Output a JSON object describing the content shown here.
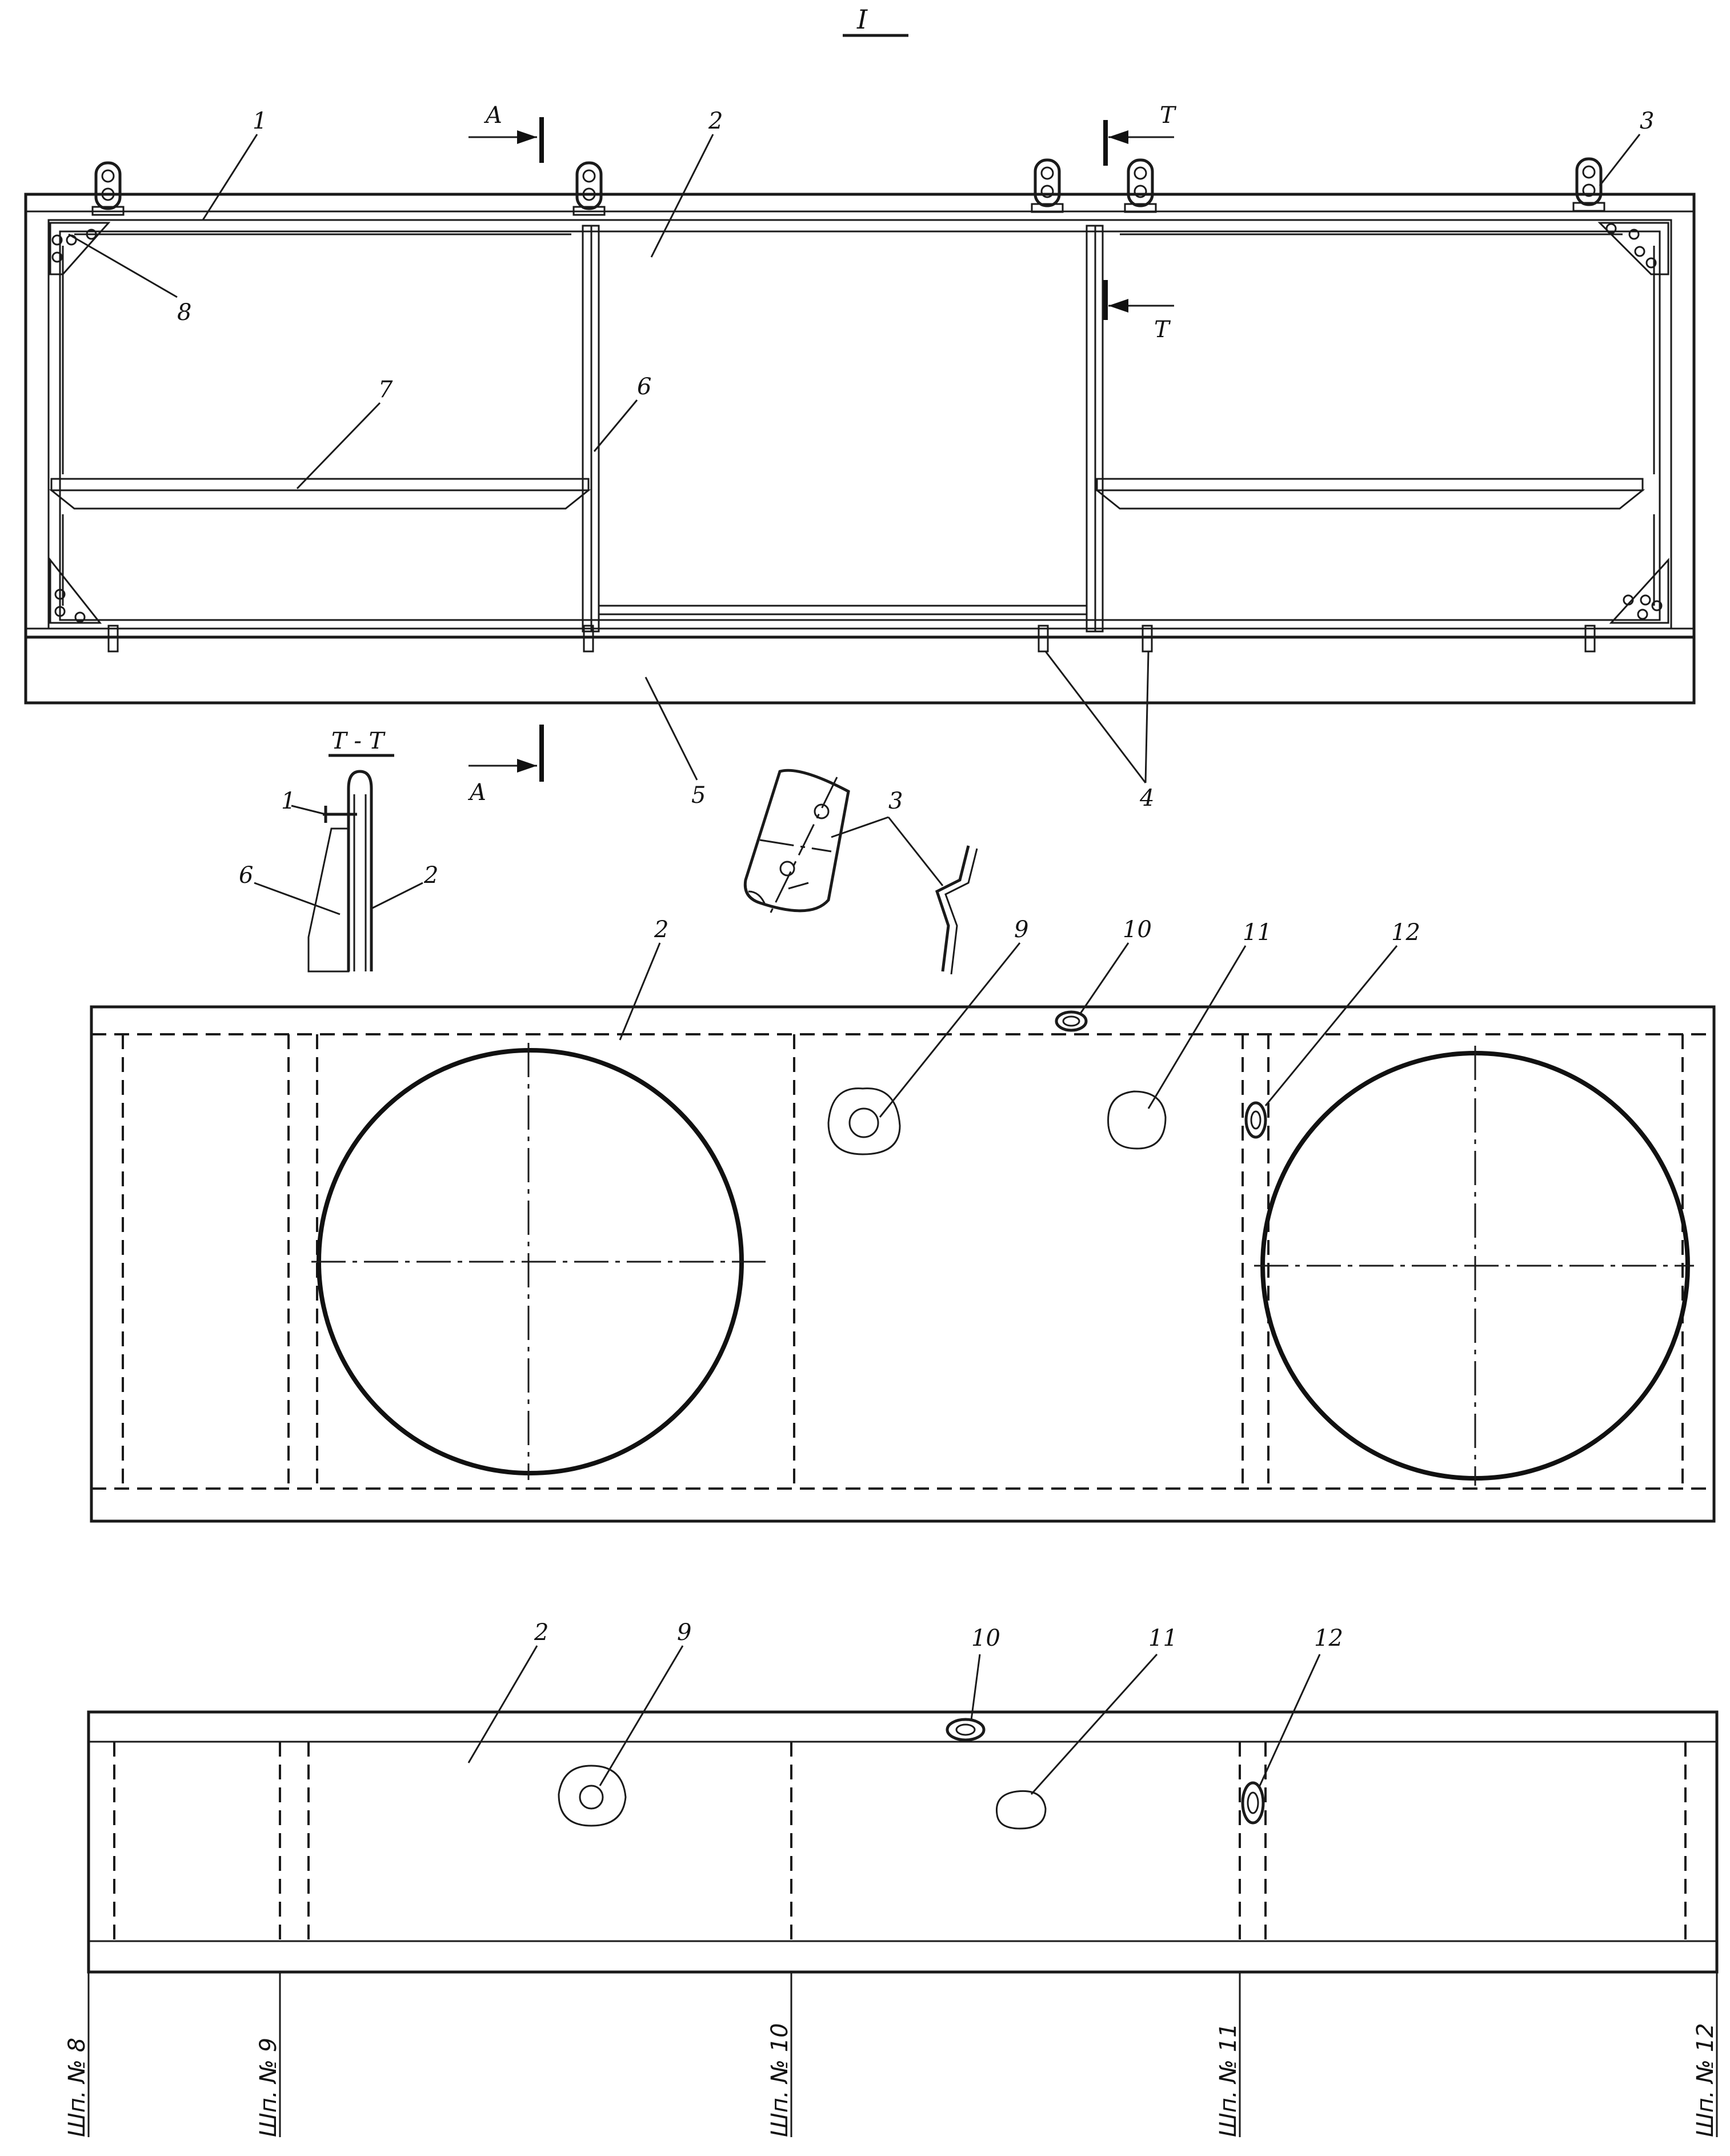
{
  "view_label": "I",
  "section_labels": {
    "a_top": "A",
    "a_bottom": "A",
    "t_top": "T",
    "t_mid": "T",
    "section_tt": "T - T"
  },
  "callouts": {
    "c1": "1",
    "c2": "2",
    "c3": "3",
    "c4": "4",
    "c5": "5",
    "c6": "6",
    "c7": "7",
    "c8": "8",
    "tt1": "1",
    "tt2": "2",
    "tt6": "6",
    "d3": "3",
    "m2": "2",
    "m9": "9",
    "m10": "10",
    "m11": "11",
    "m12": "12",
    "b2": "2",
    "b9": "9",
    "b10": "10",
    "b11": "11",
    "b12": "12"
  },
  "frames": [
    "Шп. № 8",
    "Шп. № 9",
    "Шп. № 10",
    "Шп. № 11",
    "Шп. № 12"
  ]
}
